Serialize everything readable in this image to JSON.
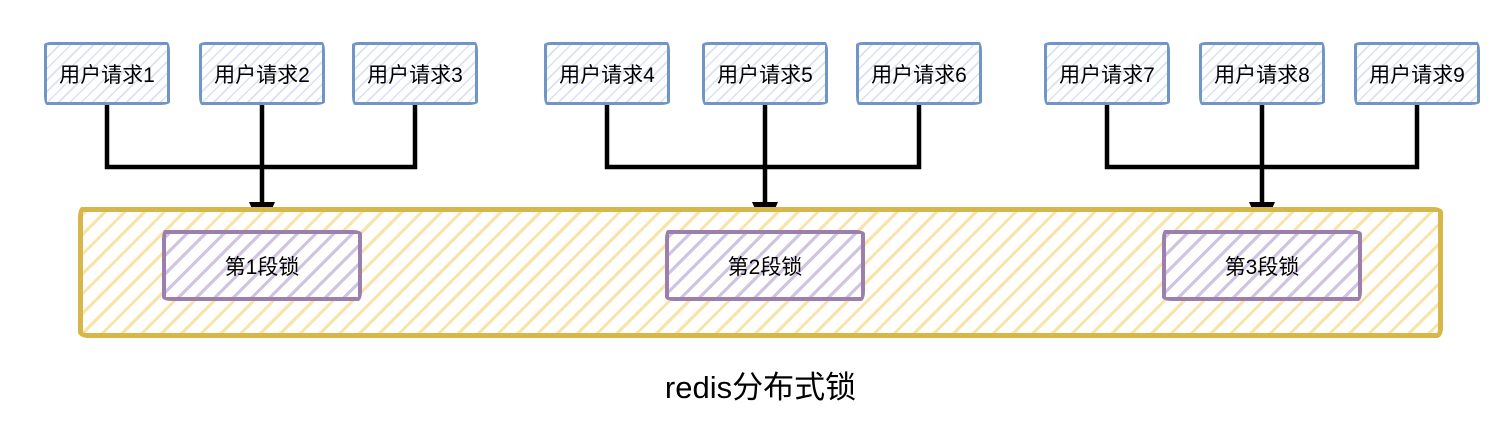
{
  "diagram": {
    "caption": "redis分布式锁",
    "groups": [
      {
        "requests": [
          {
            "label": "用户请求1"
          },
          {
            "label": "用户请求2"
          },
          {
            "label": "用户请求3"
          }
        ],
        "lock": {
          "label": "第1段锁"
        }
      },
      {
        "requests": [
          {
            "label": "用户请求4"
          },
          {
            "label": "用户请求5"
          },
          {
            "label": "用户请求6"
          }
        ],
        "lock": {
          "label": "第2段锁"
        }
      },
      {
        "requests": [
          {
            "label": "用户请求7"
          },
          {
            "label": "用户请求8"
          },
          {
            "label": "用户请求9"
          }
        ],
        "lock": {
          "label": "第3段锁"
        }
      }
    ]
  },
  "colors": {
    "request_border": "#7195c7",
    "request_hatch": "#d7e2f2",
    "lock_border": "#9d7fae",
    "lock_hatch": "#cfc5e2",
    "container_border": "#d7b64a",
    "container_hatch": "#f8e3a8",
    "connector": "#000000",
    "text": "#000000"
  }
}
